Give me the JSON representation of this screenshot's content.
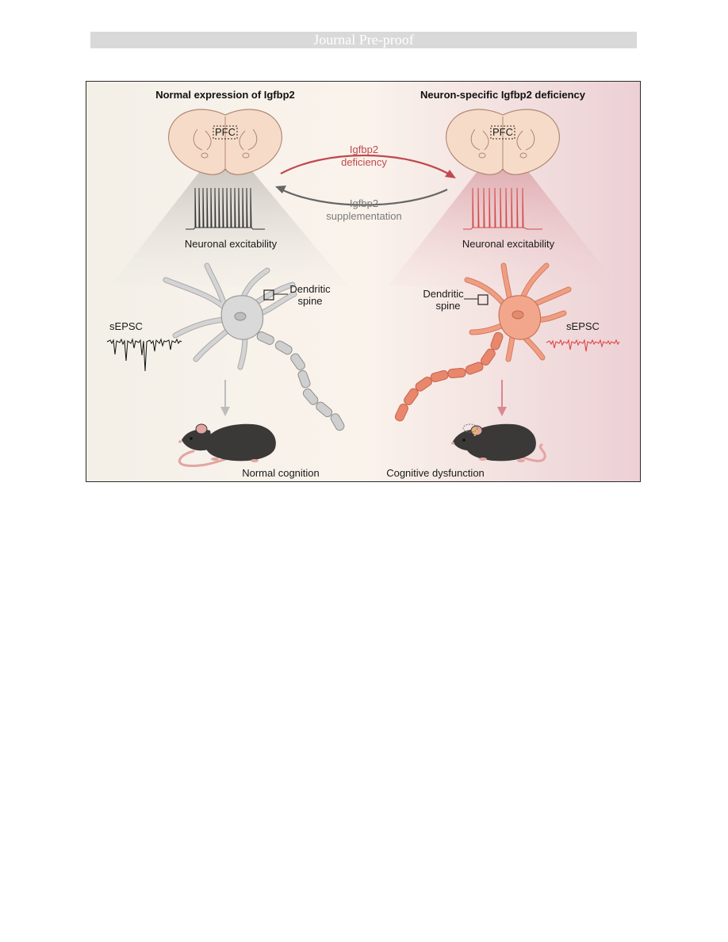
{
  "banner": {
    "text": "Journal Pre-proof"
  },
  "left": {
    "title": "Normal expression of Igfbp2",
    "pfc": "PFC",
    "excitability": "Neuronal excitability",
    "spine_line1": "Dendritic",
    "spine_line2": "spine",
    "sepsc": "sEPSC",
    "outcome": "Normal cognition"
  },
  "right": {
    "title": "Neuron-specific Igfbp2 deficiency",
    "pfc": "PFC",
    "excitability": "Neuronal excitability",
    "spine_line1": "Dendritic",
    "spine_line2": "spine",
    "sepsc": "sEPSC",
    "outcome": "Cognitive dysfunction",
    "question": "?"
  },
  "arrows": {
    "deficiency_line1": "Igfbp2",
    "deficiency_line2": "deficiency",
    "supplement_line1": "Igfbp2",
    "supplement_line2": "supplementation"
  },
  "colors": {
    "left_bg": "#f6f2ea",
    "right_bg": "#efd4d8",
    "deficiency": "#c0494f",
    "supplement": "#666666",
    "neuron_normal": "#d4d4d4",
    "neuron_deficient": "#ec9a7f",
    "brain": "#f6dcc8",
    "trace_normal": "#111111",
    "trace_deficient": "#e03a3a"
  }
}
